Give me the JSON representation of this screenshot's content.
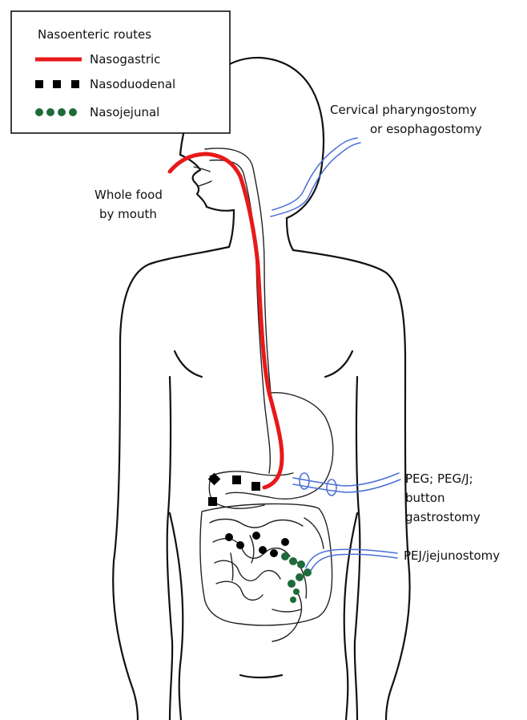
{
  "legend": {
    "title": "Nasoenteric routes",
    "items": [
      {
        "label": "Nasogastric",
        "style": "solid-line",
        "color": "#e8191a"
      },
      {
        "label": "Nasoduodenal",
        "style": "squares",
        "color": "#000000"
      },
      {
        "label": "Nasojejunal",
        "style": "dots",
        "color": "#1e6b3a"
      }
    ]
  },
  "labels": {
    "whole_food_1": "Whole food",
    "whole_food_2": "by mouth",
    "cervical_1": "Cervical pharyngostomy",
    "cervical_2": "or esophagostomy",
    "peg_1": "PEG; PEG/J;",
    "peg_2": "button",
    "peg_3": "gastrostomy",
    "pej": "PEJ/jejunostomy"
  },
  "colors": {
    "nasogastric": "#e8191a",
    "nasoduodenal": "#000000",
    "nasojejunal": "#1e6b3a",
    "ostomy_tube": "#4a6fd8"
  }
}
